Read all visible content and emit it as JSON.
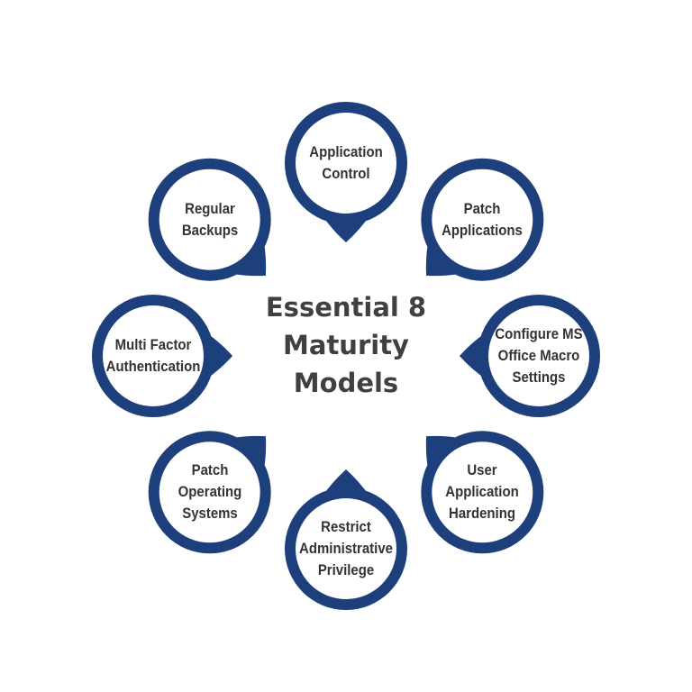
{
  "title_lines": [
    "Essential 8",
    "Maturity",
    "Models"
  ],
  "colors": {
    "ring": "#1d3f7c",
    "text": "#333333",
    "title": "#404040",
    "fill": "#ffffff"
  },
  "bubbles": [
    {
      "id": "application-control",
      "lines": [
        "Application",
        "Control"
      ]
    },
    {
      "id": "patch-applications",
      "lines": [
        "Patch",
        "Applications"
      ]
    },
    {
      "id": "configure-ms-office-macro-settings",
      "lines": [
        "Configure MS",
        "Office Macro",
        "Settings"
      ]
    },
    {
      "id": "user-application-hardening",
      "lines": [
        "User",
        "Application",
        "Hardening"
      ]
    },
    {
      "id": "restrict-administrative-privilege",
      "lines": [
        "Restrict",
        "Administrative",
        "Privilege"
      ]
    },
    {
      "id": "patch-operating-systems",
      "lines": [
        "Patch",
        "Operating",
        "Systems"
      ]
    },
    {
      "id": "multi-factor-authentication",
      "lines": [
        "Multi Factor",
        "Authentication"
      ]
    },
    {
      "id": "regular-backups",
      "lines": [
        "Regular",
        "Backups"
      ]
    }
  ]
}
